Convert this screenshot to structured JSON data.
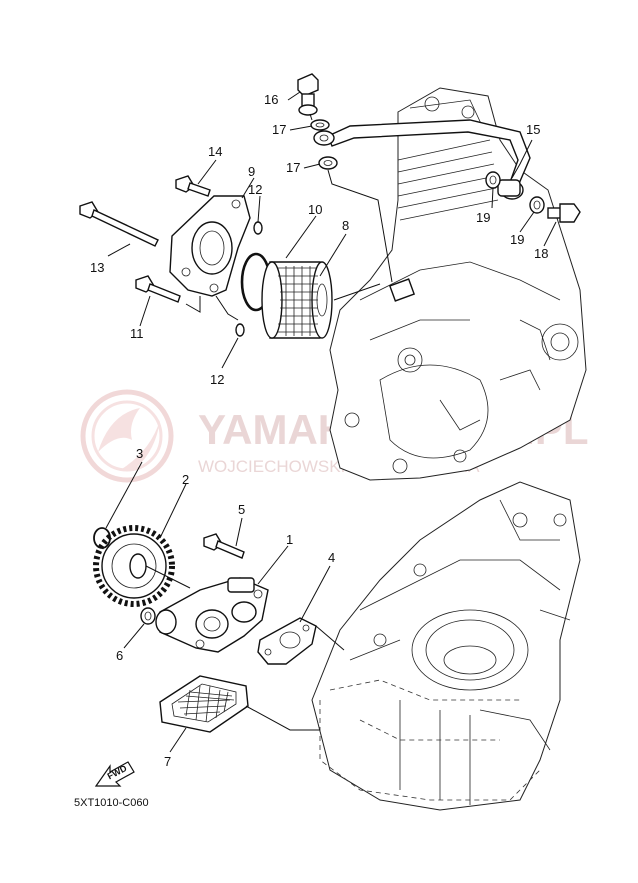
{
  "diagram": {
    "code": "5XT1010-C060",
    "fwd_label": "FWD",
    "watermark": {
      "line1": "YAMAHA SKLEP.PL",
      "line2": "WOJCIECHOWSKI SKLEP YAMAHA"
    },
    "callouts": [
      {
        "id": "c1",
        "label": "1"
      },
      {
        "id": "c2",
        "label": "2"
      },
      {
        "id": "c3",
        "label": "3"
      },
      {
        "id": "c4",
        "label": "4"
      },
      {
        "id": "c5",
        "label": "5"
      },
      {
        "id": "c6",
        "label": "6"
      },
      {
        "id": "c7",
        "label": "7"
      },
      {
        "id": "c8",
        "label": "8"
      },
      {
        "id": "c9",
        "label": "9"
      },
      {
        "id": "c10",
        "label": "10"
      },
      {
        "id": "c11",
        "label": "11"
      },
      {
        "id": "c12a",
        "label": "12"
      },
      {
        "id": "c12b",
        "label": "12"
      },
      {
        "id": "c13",
        "label": "13"
      },
      {
        "id": "c14",
        "label": "14"
      },
      {
        "id": "c15",
        "label": "15"
      },
      {
        "id": "c16",
        "label": "16"
      },
      {
        "id": "c17a",
        "label": "17"
      },
      {
        "id": "c17b",
        "label": "17"
      },
      {
        "id": "c18",
        "label": "18"
      },
      {
        "id": "c19a",
        "label": "19"
      },
      {
        "id": "c19b",
        "label": "19"
      }
    ]
  }
}
